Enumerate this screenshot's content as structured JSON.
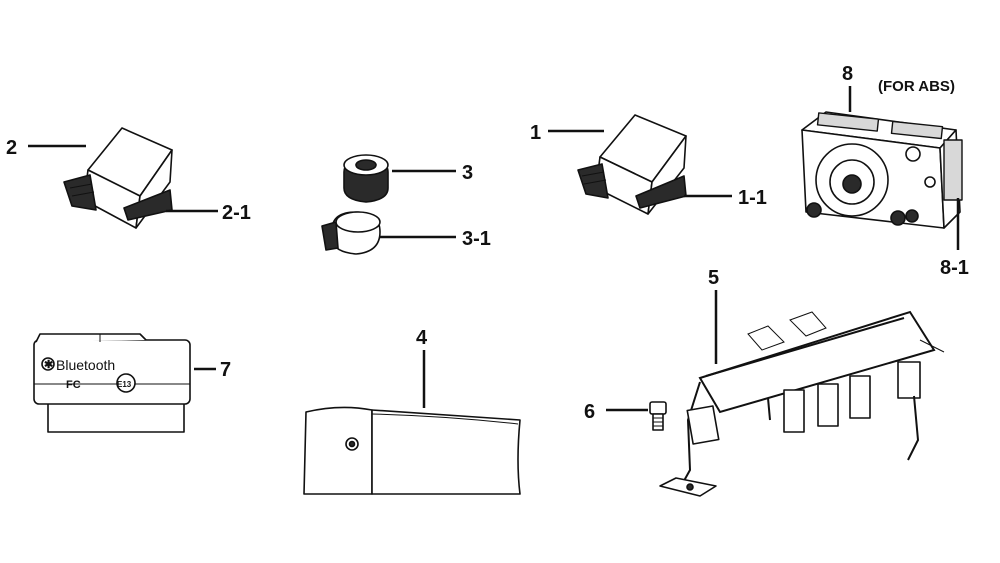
{
  "diagram": {
    "note": "(FOR ABS)",
    "callouts": {
      "c1": "1",
      "c1_1": "1-1",
      "c2": "2",
      "c2_1": "2-1",
      "c3": "3",
      "c3_1": "3-1",
      "c4": "4",
      "c5": "5",
      "c6": "6",
      "c7": "7",
      "c8": "8",
      "c8_1": "8-1"
    },
    "module_markings": {
      "bluetooth": "Bluetooth",
      "fcc": "FC",
      "cert": "E13"
    }
  }
}
